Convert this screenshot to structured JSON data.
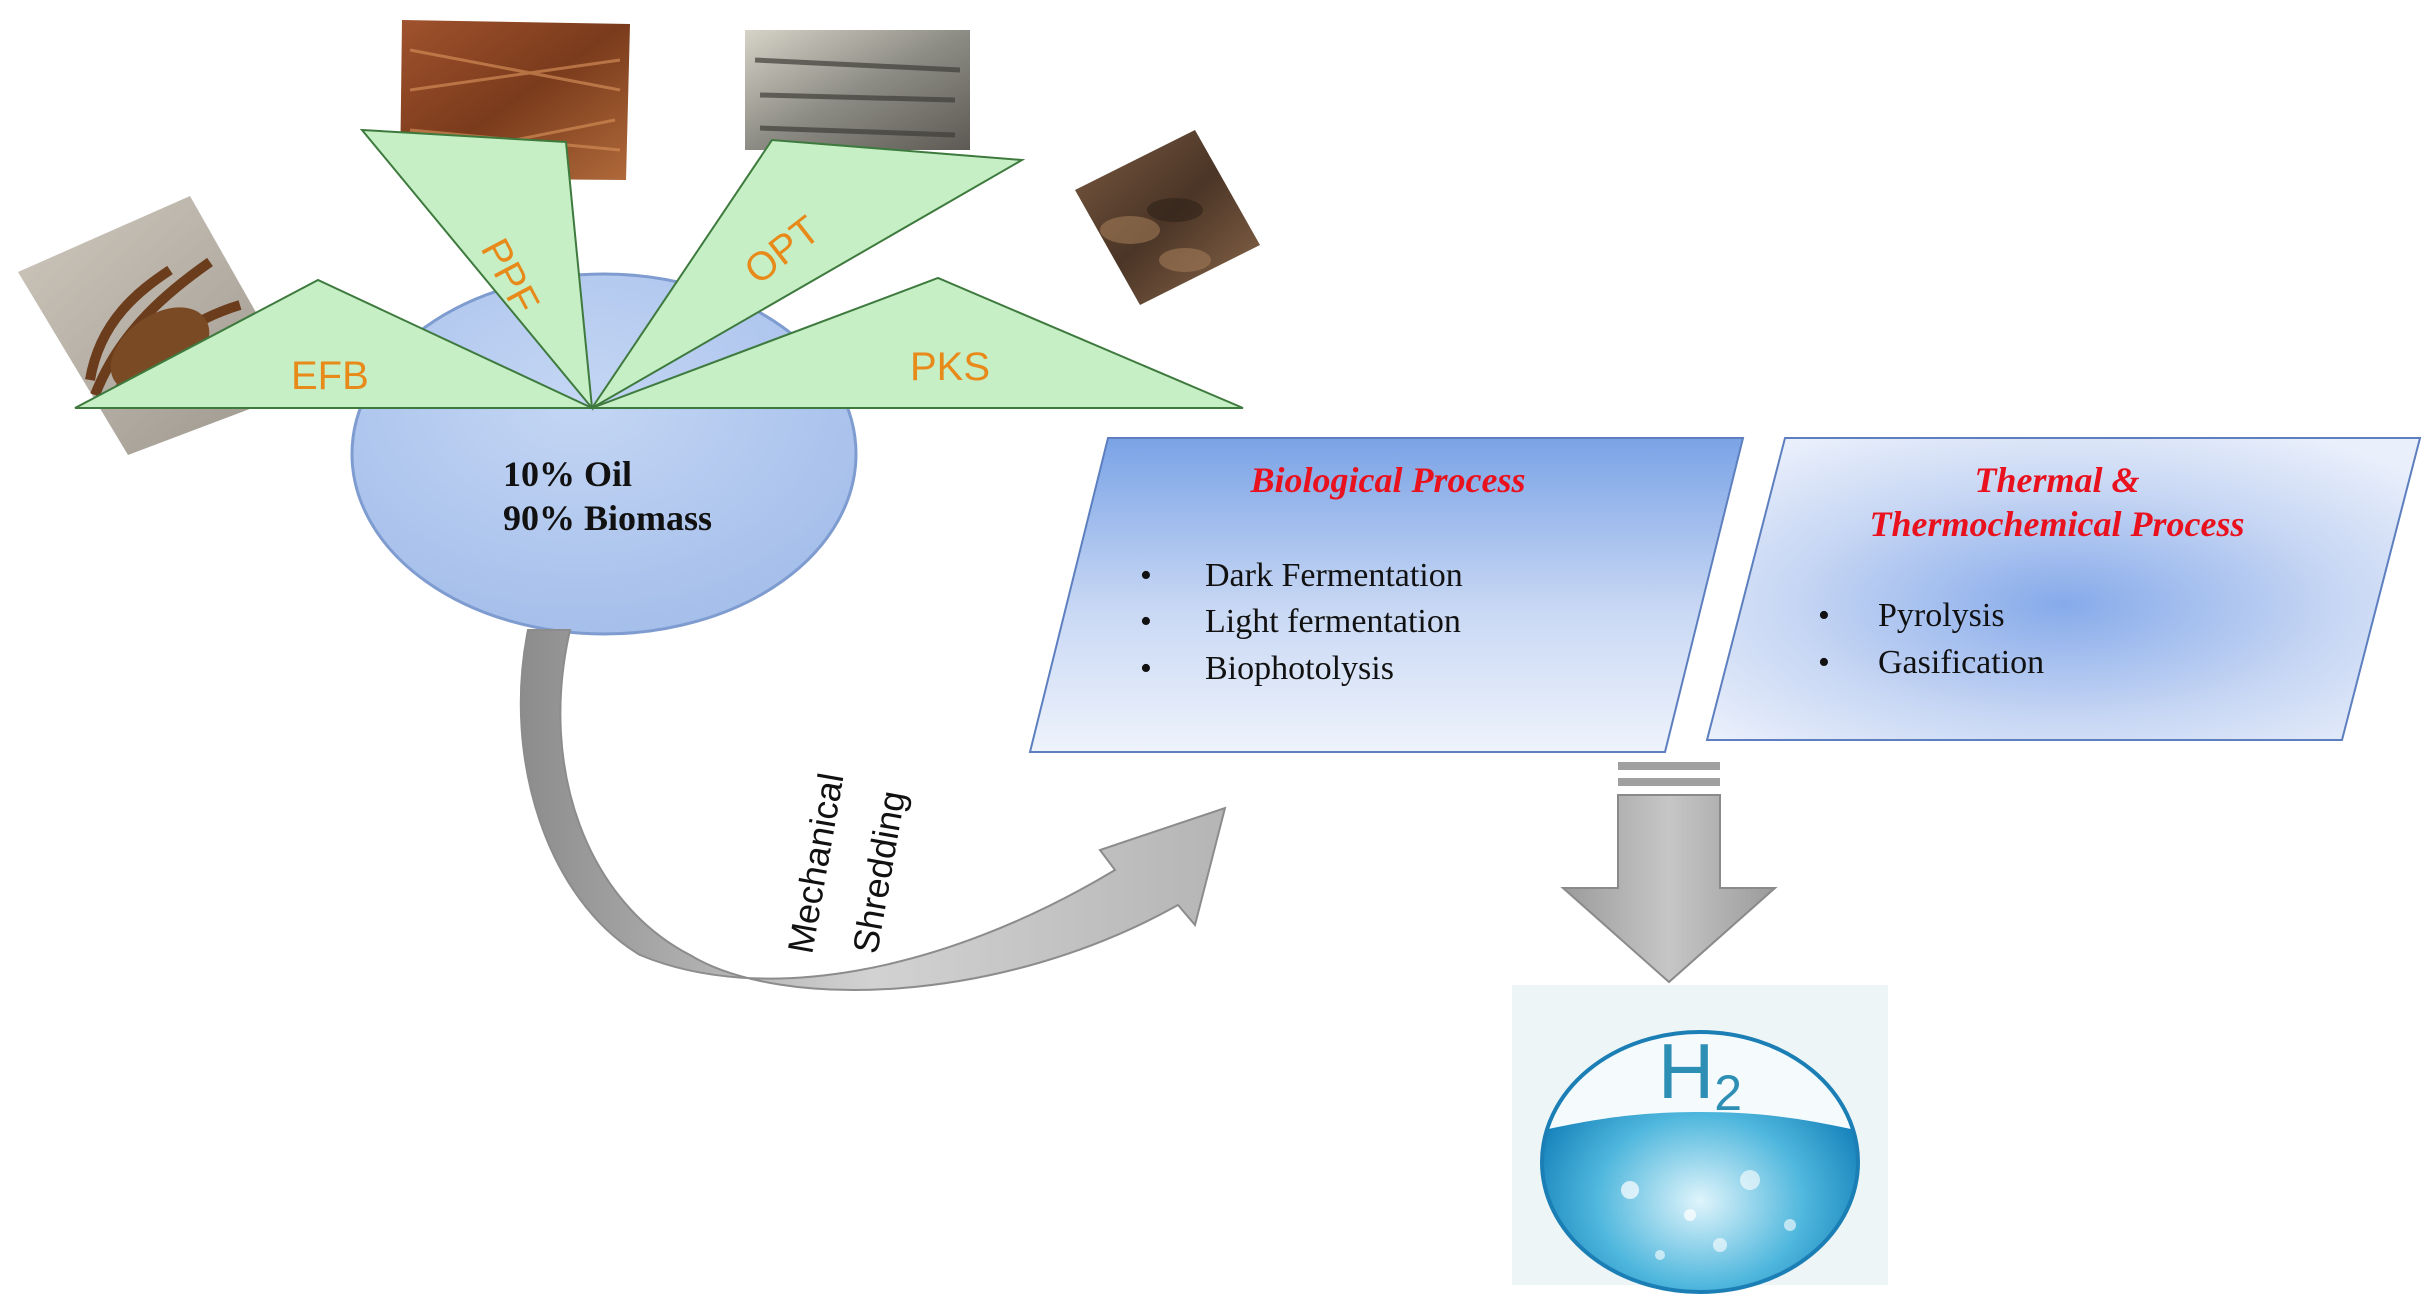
{
  "biomass_types": [
    "EFB",
    "PPF",
    "OPT",
    "PKS"
  ],
  "composition": {
    "oil": "10% Oil",
    "biomass": "90% Biomass"
  },
  "pretreatment": {
    "line1": "Mechanical",
    "line2": "Shredding"
  },
  "biological": {
    "title": "Biological Process",
    "items": [
      "Dark Fermentation",
      "Light fermentation",
      "Biophotolysis"
    ]
  },
  "thermal": {
    "title_line1": "Thermal &",
    "title_line2": "Thermochemical Process",
    "items": [
      "Pyrolysis",
      "Gasification"
    ]
  },
  "product": {
    "symbol": "H",
    "subscript": "2"
  },
  "colors": {
    "wedge_fill": "#c6efc6",
    "label_orange": "#e88a1a",
    "circle_fill": "#a9c3ee",
    "process_blue": "#7fa6e6",
    "title_red": "#e8111d",
    "arrow_gray": "#b7b7b7"
  }
}
